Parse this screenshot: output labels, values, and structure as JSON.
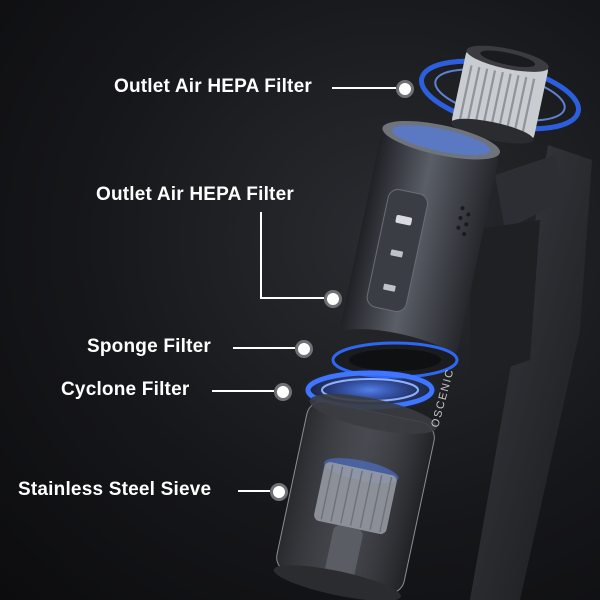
{
  "callouts": [
    {
      "label": "Outlet Air HEPA Filter"
    },
    {
      "label": "Outlet Air HEPA Filter"
    },
    {
      "label": "Sponge Filter"
    },
    {
      "label": "Cyclone Filter"
    },
    {
      "label": "Stainless Steel Sieve"
    }
  ],
  "brand_text": "OSCENIC",
  "colors": {
    "background": "#16171a",
    "glow": "#2f6bff",
    "label_text": "#ffffff",
    "body_metal": "#3a3d43"
  }
}
